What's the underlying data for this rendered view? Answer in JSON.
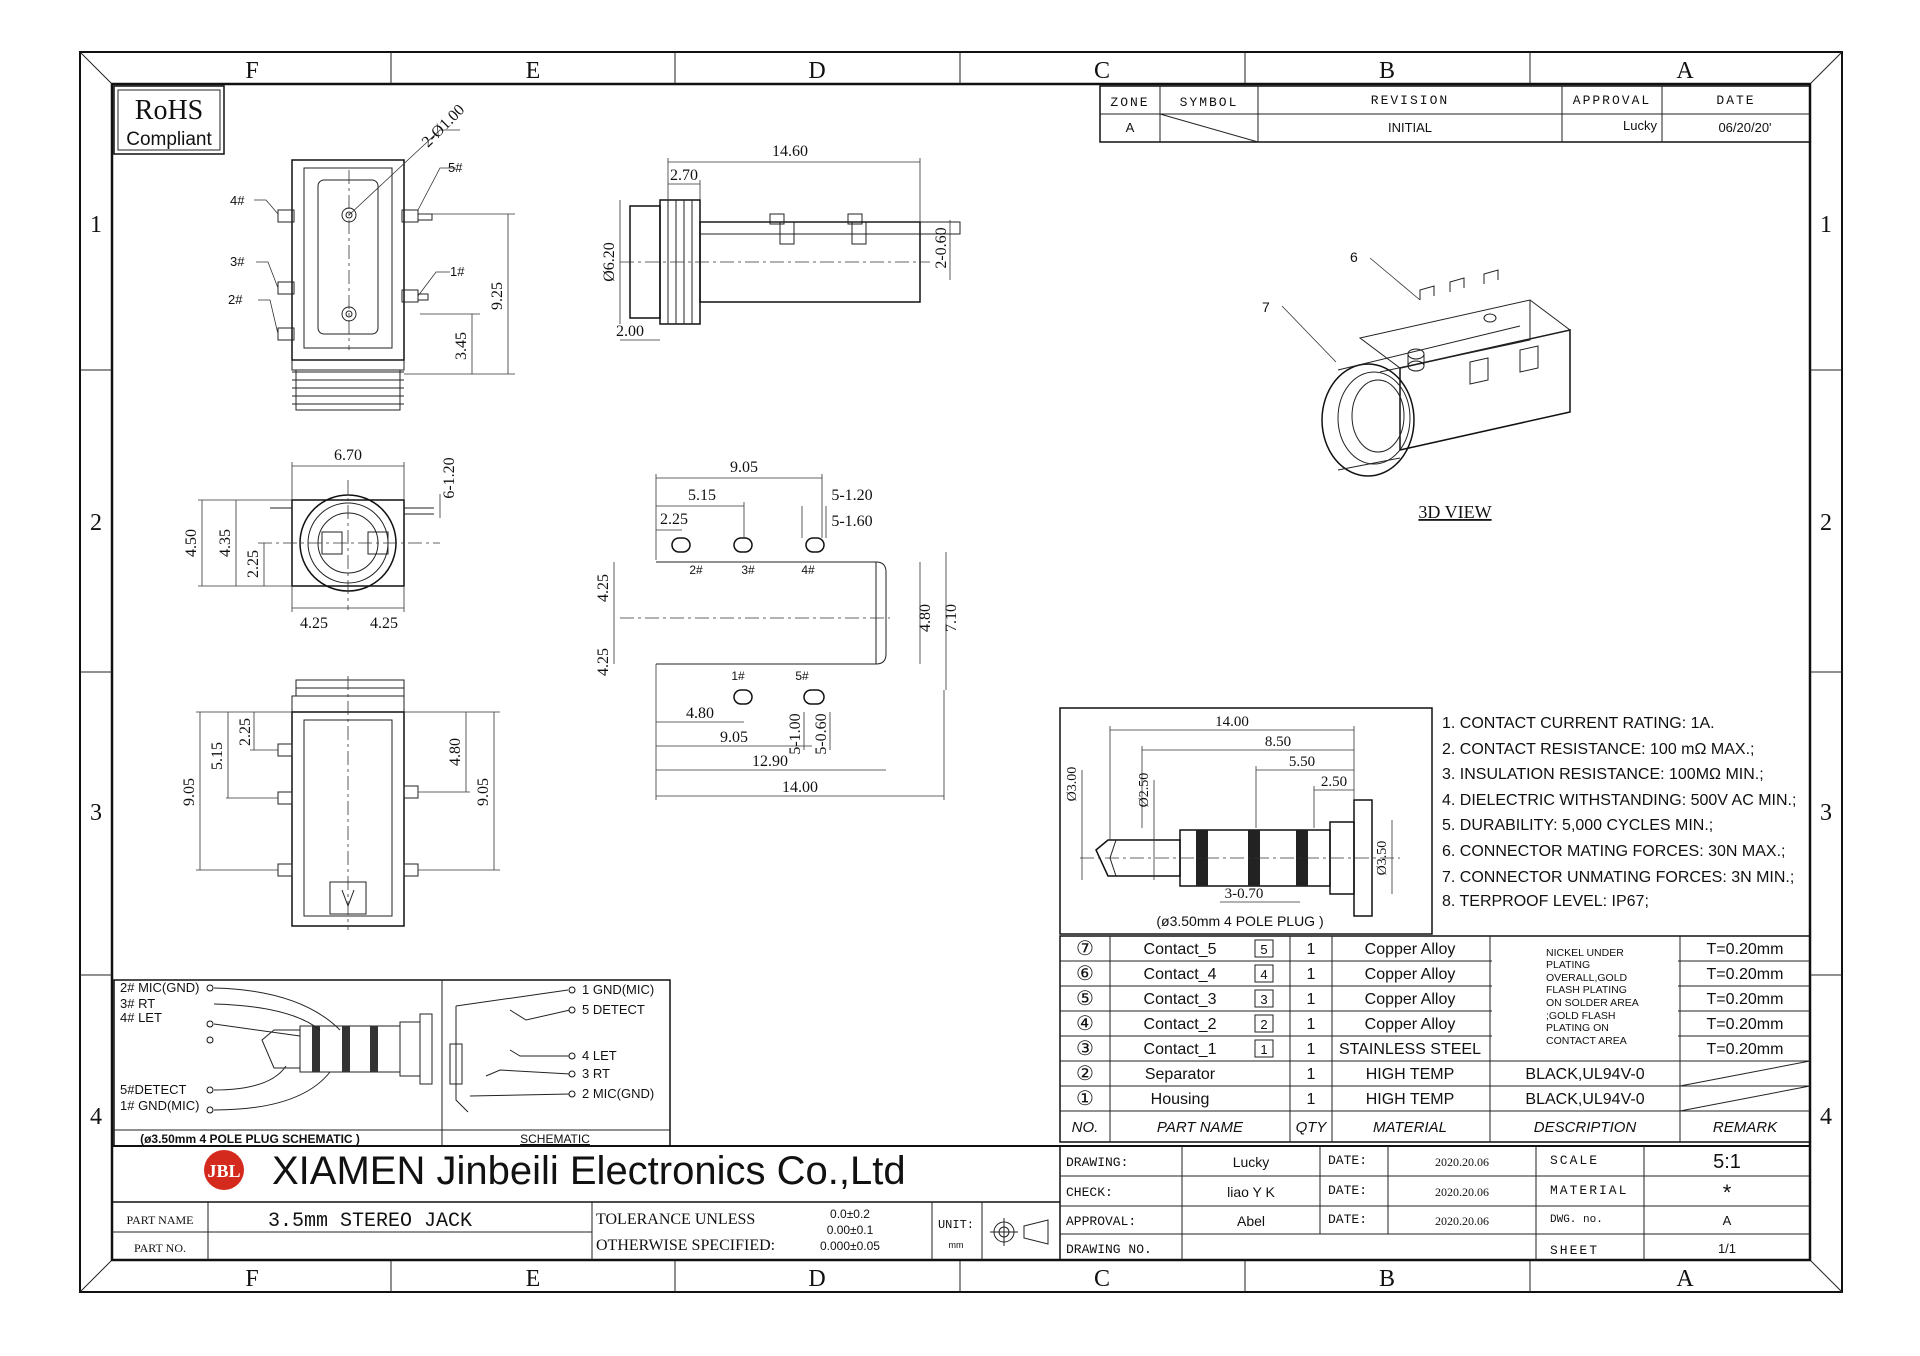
{
  "zones": {
    "cols": [
      "F",
      "E",
      "D",
      "C",
      "B",
      "A"
    ],
    "rows": [
      "1",
      "2",
      "3",
      "4"
    ]
  },
  "rohs": {
    "line1": "RoHS",
    "line2": "Compliant"
  },
  "revision_table": {
    "headers": [
      "ZONE",
      "SYMBOL",
      "REVISION",
      "APPROVAL",
      "DATE"
    ],
    "row": [
      "A",
      "",
      "INITIAL",
      "Lucky",
      "06/20/20'"
    ]
  },
  "top_view": {
    "holes": "2-Ø1.00",
    "pins": [
      "4#",
      "5#",
      "3#",
      "1#",
      "2#"
    ],
    "dims": [
      "9.25",
      "3.45"
    ]
  },
  "side_view": {
    "dims": [
      "14.60",
      "2.70",
      "Ø6.20",
      "2-0.60",
      "2.00"
    ]
  },
  "front_view": {
    "dims": [
      "6.70",
      "6-1.20",
      "4.50",
      "4.35",
      "2.25",
      "4.25",
      "4.25"
    ]
  },
  "footprint": {
    "dims": [
      "9.05",
      "5.15",
      "2.25",
      "5-1.20",
      "5-1.60",
      "4.25",
      "4.25",
      "4.80",
      "7.10",
      "4.80",
      "9.05",
      "12.90",
      "14.00",
      "5-1.00",
      "5-0.60"
    ],
    "pins_top": [
      "2#",
      "3#",
      "4#"
    ],
    "pins_bottom": [
      "1#",
      "5#"
    ]
  },
  "bottom_view": {
    "dims": [
      "2.25",
      "5.15",
      "9.05",
      "4.80",
      "9.05"
    ]
  },
  "iso_view": {
    "label": "3D VIEW",
    "callouts": [
      "6",
      "7"
    ]
  },
  "plug": {
    "dims": [
      "14.00",
      "8.50",
      "5.50",
      "2.50",
      "Ø3.00",
      "Ø2.50",
      "Ø3.50",
      "3-0.70"
    ],
    "caption": "(ø3.50mm 4 POLE PLUG )"
  },
  "specs": [
    "1. CONTACT CURRENT RATING: 1A.",
    "2. CONTACT RESISTANCE: 100 mΩ MAX.;",
    "3. INSULATION RESISTANCE: 100MΩ MIN.;",
    "4. DIELECTRIC WITHSTANDING: 500V AC MIN.;",
    "5. DURABILITY: 5,000 CYCLES MIN.;",
    "6. CONNECTOR MATING FORCES: 30N  MAX.;",
    "7. CONNECTOR UNMATING FORCES: 3N MIN.;",
    "8. TERPROOF LEVEL: IP67;"
  ],
  "plug_schematic": {
    "labels": [
      "2# MIC(GND)",
      "3# RT",
      "4# LET",
      "5#DETECT",
      "1# GND(MIC)"
    ],
    "caption": "(ø3.50mm 4 POLE PLUG SCHEMATIC )"
  },
  "schematic": {
    "labels": [
      "1 GND(MIC)",
      "5 DETECT",
      "4 LET",
      "3 RT",
      "2 MIC(GND)"
    ],
    "caption": "SCHEMATIC"
  },
  "bom": {
    "headers": [
      "NO.",
      "PART NAME",
      "QTY",
      "MATERIAL",
      "DESCRIPTION",
      "REMARK"
    ],
    "rows": [
      {
        "no": "⑦",
        "name": "Contact_5",
        "tag": "5",
        "qty": "1",
        "material": "Copper Alloy",
        "remark": "T=0.20mm"
      },
      {
        "no": "⑥",
        "name": "Contact_4",
        "tag": "4",
        "qty": "1",
        "material": "Copper Alloy",
        "remark": "T=0.20mm"
      },
      {
        "no": "⑤",
        "name": "Contact_3",
        "tag": "3",
        "qty": "1",
        "material": "Copper Alloy",
        "remark": "T=0.20mm"
      },
      {
        "no": "④",
        "name": "Contact_2",
        "tag": "2",
        "qty": "1",
        "material": "Copper Alloy",
        "remark": "T=0.20mm"
      },
      {
        "no": "③",
        "name": "Contact_1",
        "tag": "1",
        "qty": "1",
        "material": "STAINLESS STEEL",
        "remark": "T=0.20mm"
      },
      {
        "no": "②",
        "name": "Separator",
        "tag": "",
        "qty": "1",
        "material": "HIGH TEMP",
        "desc": "BLACK,UL94V-0",
        "remark": ""
      },
      {
        "no": "①",
        "name": "Housing",
        "tag": "",
        "qty": "1",
        "material": "HIGH TEMP",
        "desc": "BLACK,UL94V-0",
        "remark": ""
      }
    ],
    "plating": [
      "NICKEL UNDER",
      "PLATING",
      "OVERALL,GOLD",
      "FLASH PLATING",
      "ON SOLDER AREA",
      ";GOLD FLASH",
      "PLATING ON",
      "CONTACT AREA"
    ]
  },
  "title_block": {
    "company": "XIAMEN Jinbeili Electronics Co.,Ltd",
    "logo": "JBL",
    "part_name_label": "PART NAME",
    "part_name": "3.5mm STEREO JACK",
    "part_no_label": "PART NO.",
    "tolerance_1": "TOLERANCE UNLESS",
    "tolerance_2": "OTHERWISE SPECIFIED:",
    "tol_values": [
      "0.0±0.2",
      "0.00±0.1",
      "0.000±0.05"
    ],
    "unit_label": "UNIT:",
    "unit": "mm",
    "drawing_label": "DRAWING:",
    "drawing": "Lucky",
    "check_label": "CHECK:",
    "check": "liao Y K",
    "approval_label": "APPROVAL:",
    "approval": "Abel",
    "drawing_no_label": "DRAWING NO.",
    "date_label": "DATE:",
    "date": "2020.20.06",
    "scale_label": "SCALE",
    "scale": "5:1",
    "material_label": "MATERIAL",
    "material": "*",
    "dwg_label": "DWG. no.",
    "dwg": "A",
    "sheet_label": "SHEET",
    "sheet": "1/1"
  }
}
